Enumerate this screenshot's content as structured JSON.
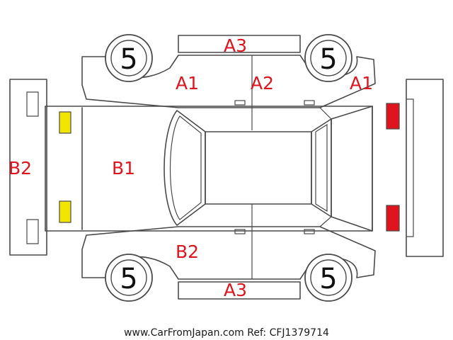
{
  "colors": {
    "line": "#4a4a4a",
    "damage_label": "#e0141e",
    "yellow_marker": "#f2e600",
    "red_marker": "#e0141e"
  },
  "labels": {
    "top_bumper_side": "A3",
    "front_left_door": "A1",
    "rear_left_door": "A2",
    "front_right_area": "A1",
    "rear_bumper": "B2",
    "roof_area": "B1",
    "lower_door": "B2",
    "bottom_side": "A3"
  },
  "wheels": {
    "top_left": "5",
    "top_right": "5",
    "bottom_left": "5",
    "bottom_right": "5"
  },
  "footer": {
    "credit": "www.CarFromJapan.com Ref: CFJ1379714"
  }
}
